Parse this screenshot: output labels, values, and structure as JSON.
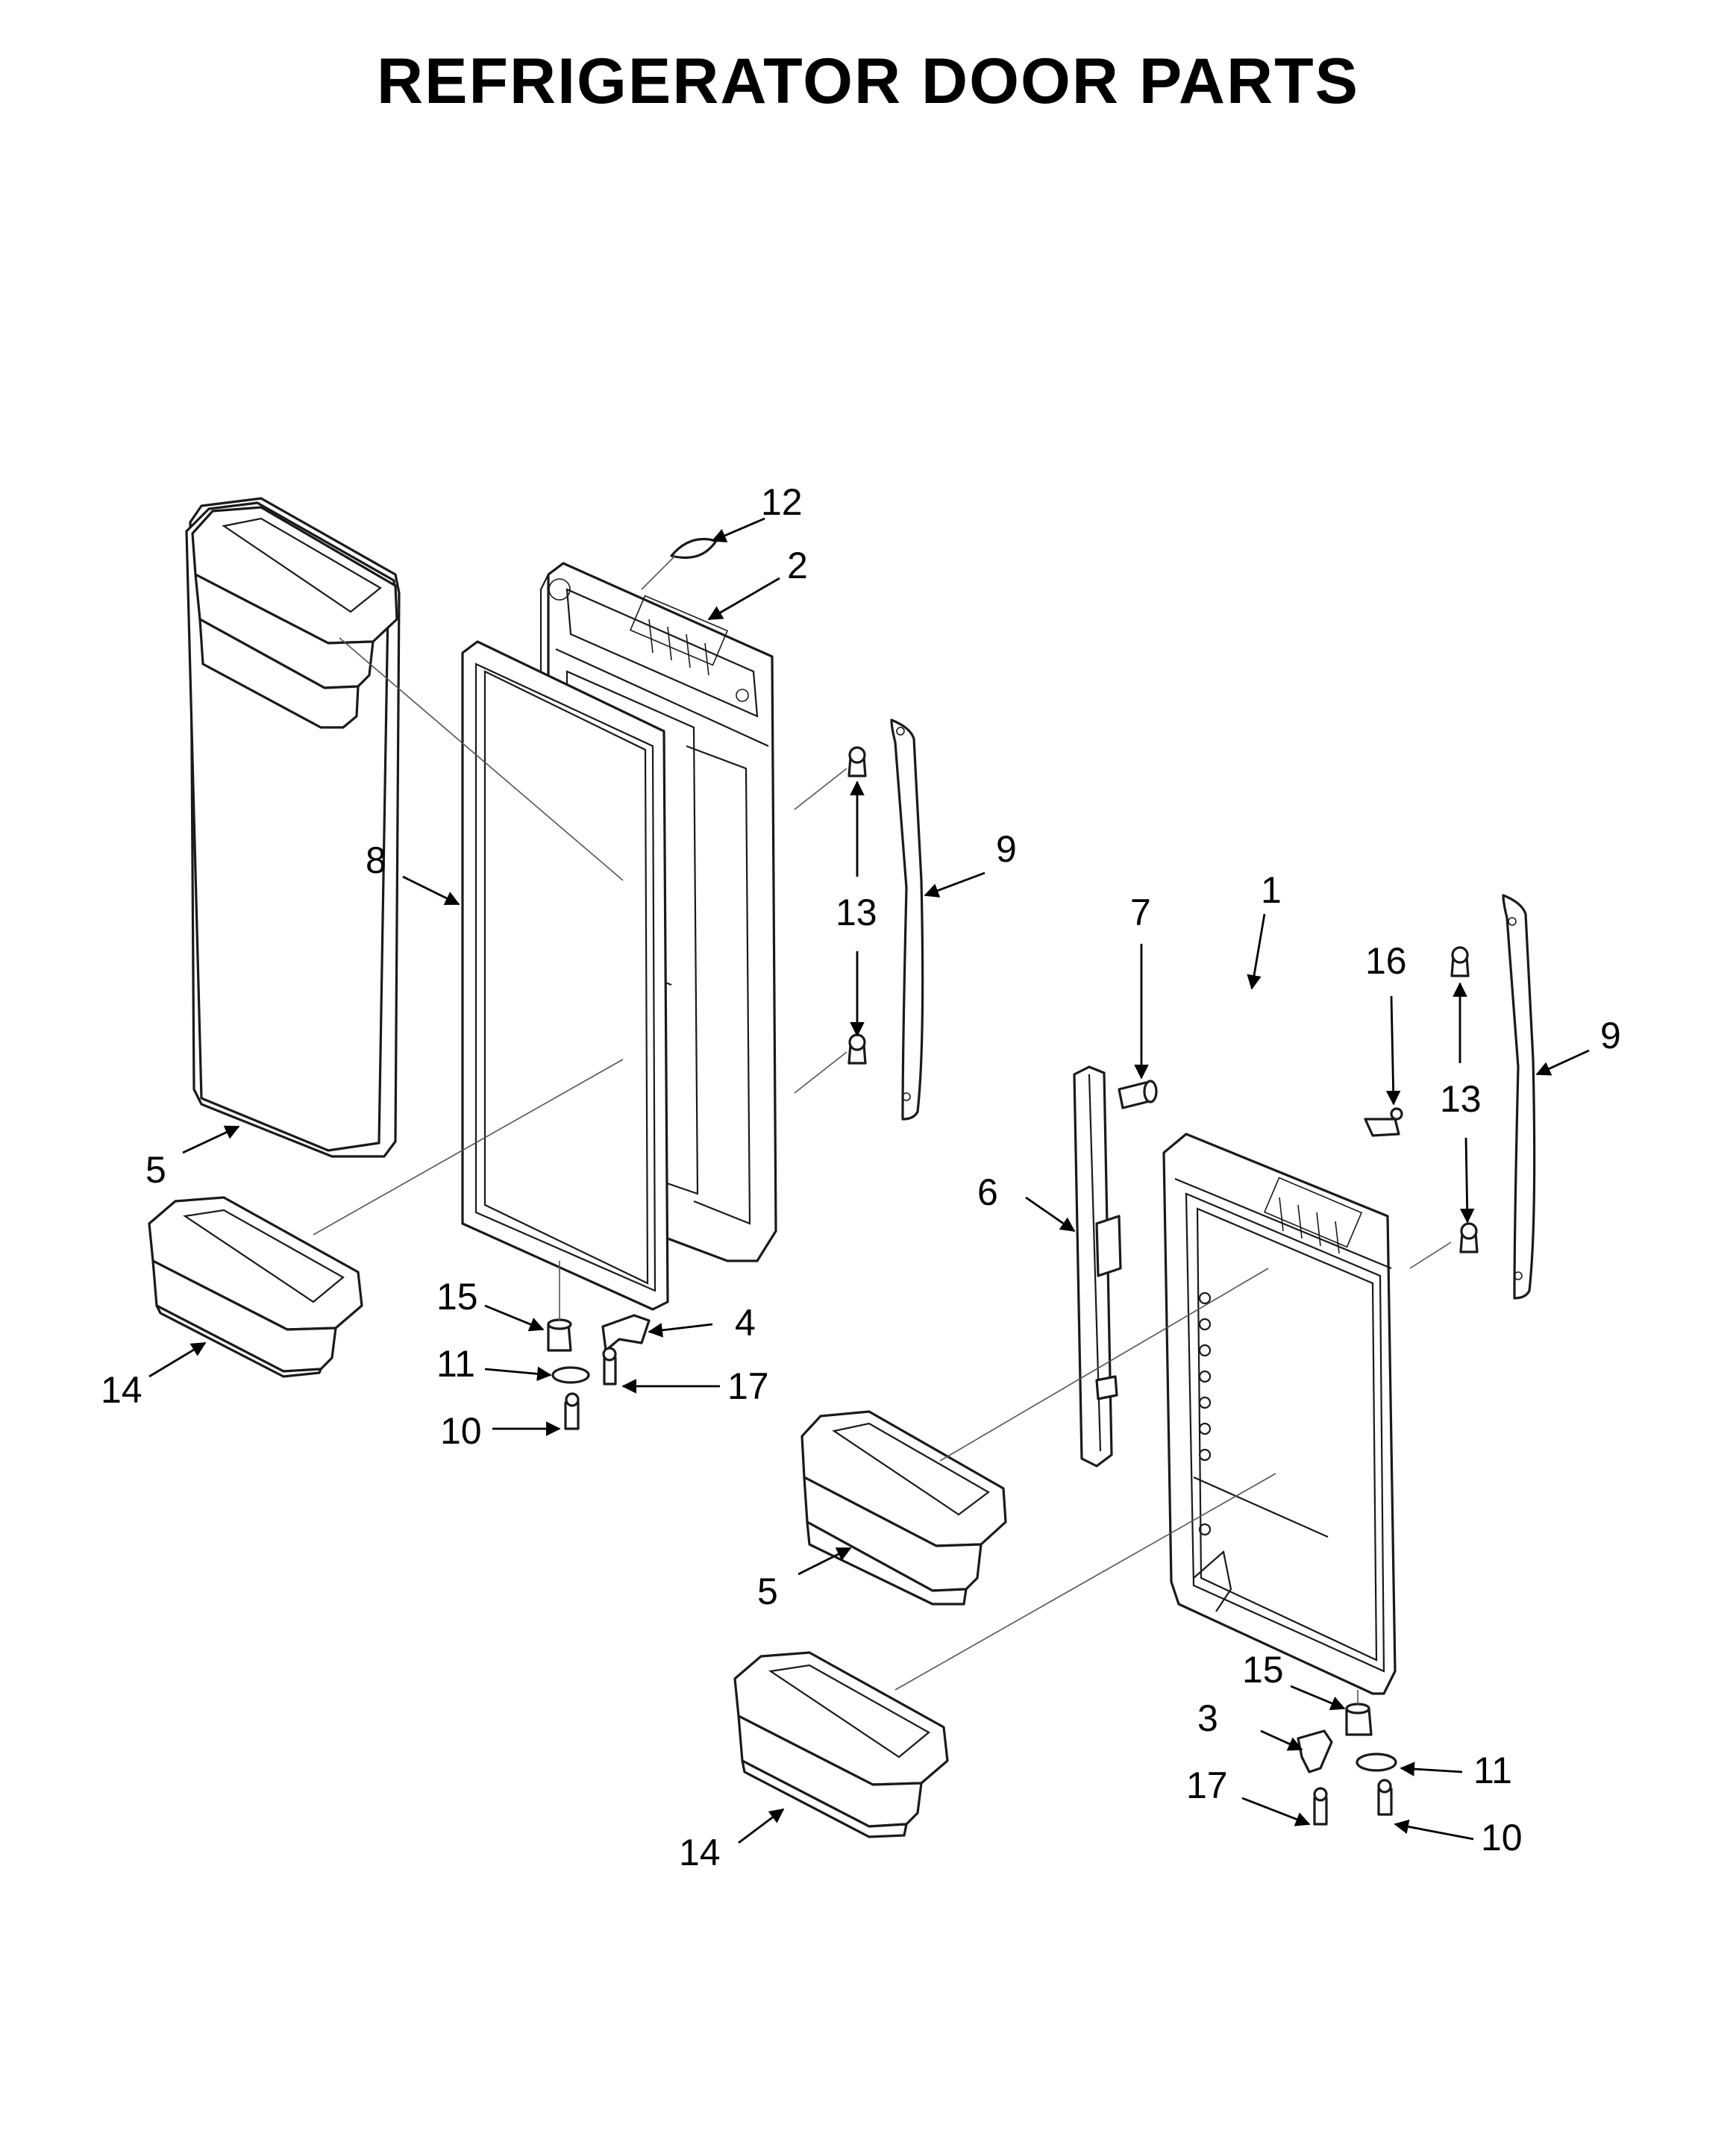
{
  "title": "REFRIGERATOR DOOR PARTS",
  "callouts": {
    "c12": "12",
    "c2": "2",
    "c8": "8",
    "c9a": "9",
    "c13a": "13",
    "c5a": "5",
    "c14a": "14",
    "c15a": "15",
    "c4": "4",
    "c11a": "11",
    "c17a": "17",
    "c10a": "10",
    "c7": "7",
    "c1": "1",
    "c16": "16",
    "c9b": "9",
    "c13b": "13",
    "c6": "6",
    "c5b": "5",
    "c14b": "14",
    "c15b": "15",
    "c3": "3",
    "c11b": "11",
    "c17b": "17",
    "c10b": "10"
  }
}
